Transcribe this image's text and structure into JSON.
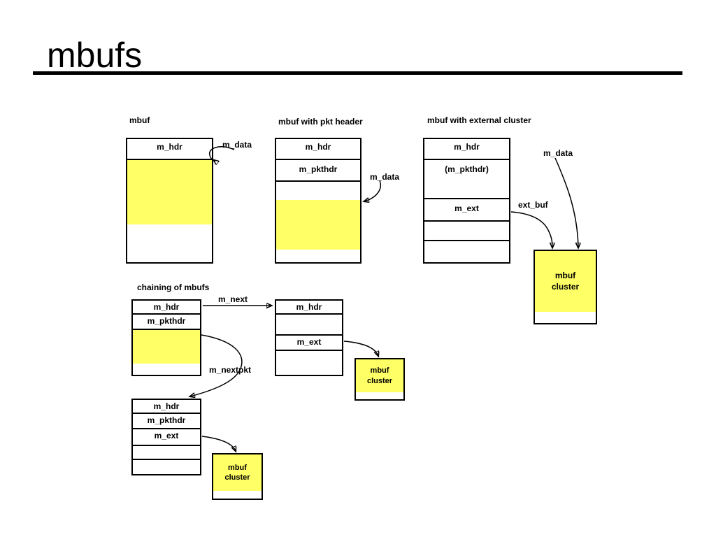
{
  "slide": {
    "title": "mbufs"
  },
  "top_row": {
    "mbuf": {
      "caption": "mbuf",
      "m_hdr": "m_hdr",
      "m_data": "m_data"
    },
    "pkt_header": {
      "caption": "mbuf with pkt header",
      "m_hdr": "m_hdr",
      "m_pkthdr": "m_pkthdr",
      "m_data": "m_data"
    },
    "external_cluster": {
      "caption": "mbuf with external cluster",
      "m_hdr": "m_hdr",
      "m_pkthdr": "(m_pkthdr)",
      "m_ext": "m_ext",
      "m_data": "m_data",
      "ext_buf": "ext_buf",
      "cluster_label": "mbuf\ncluster"
    }
  },
  "chain": {
    "caption": "chaining of mbufs",
    "m_next": "m_next",
    "m_nextpkt": "m_nextpkt",
    "first_mbuf": {
      "m_hdr": "m_hdr",
      "m_pkthdr": "m_pkthdr"
    },
    "second_mbuf": {
      "m_hdr": "m_hdr",
      "m_ext": "m_ext",
      "cluster_label": "mbuf\ncluster"
    },
    "third_mbuf": {
      "m_hdr": "m_hdr",
      "m_pkthdr": "m_pkthdr",
      "m_ext": "m_ext",
      "cluster_label": "mbuf\ncluster"
    }
  },
  "colors": {
    "highlight": "#ffff66",
    "stroke": "#000000"
  }
}
